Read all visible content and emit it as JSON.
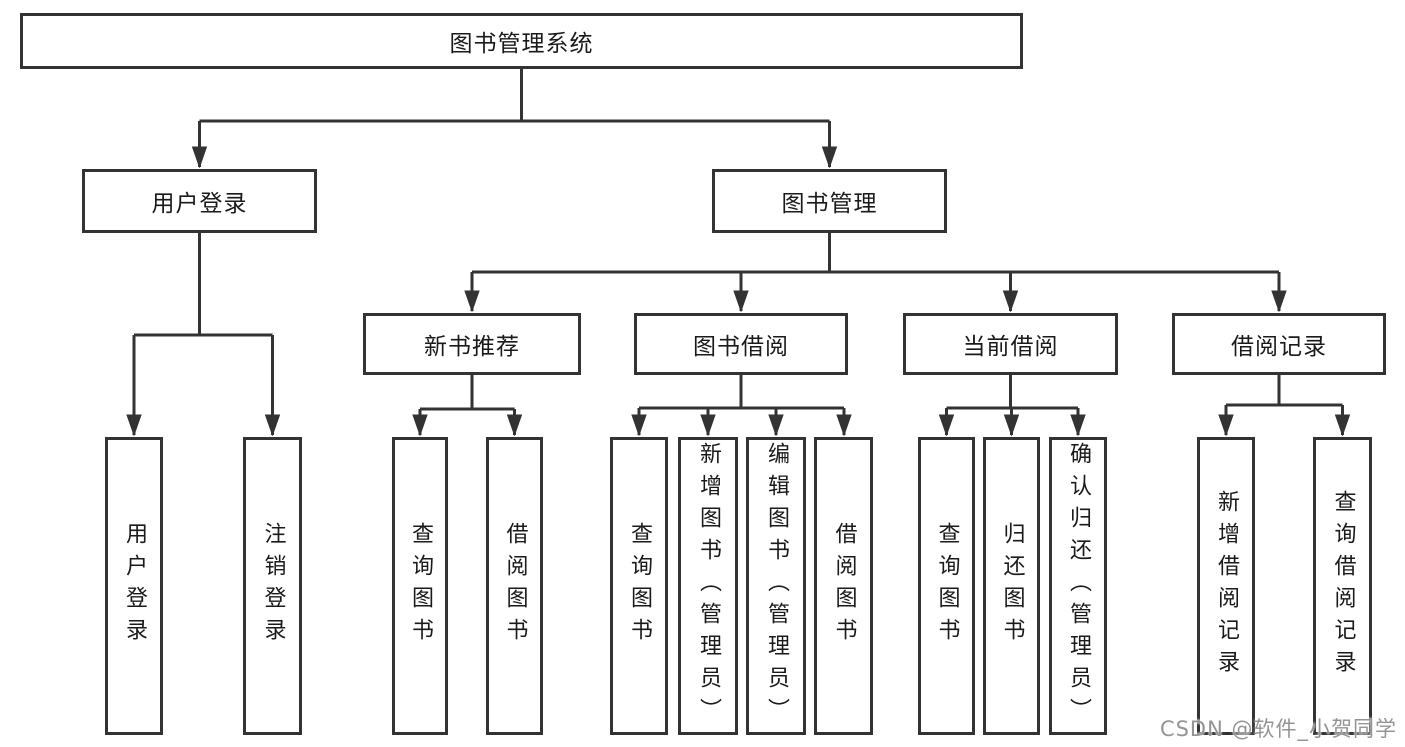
{
  "diagram": {
    "root": {
      "label": "图书管理系统"
    },
    "level2": [
      {
        "key": "user-login",
        "label": "用户登录"
      },
      {
        "key": "book-management",
        "label": "图书管理"
      }
    ],
    "level3": [
      {
        "key": "new-book-recommend",
        "label": "新书推荐"
      },
      {
        "key": "book-borrow",
        "label": "图书借阅"
      },
      {
        "key": "current-borrow",
        "label": "当前借阅"
      },
      {
        "key": "borrow-records",
        "label": "借阅记录"
      }
    ],
    "user_login_children": [
      {
        "label": "用户登录"
      },
      {
        "label": "注销登录"
      }
    ],
    "new_book_children": [
      {
        "label": "查询图书"
      },
      {
        "label": "借阅图书"
      }
    ],
    "book_borrow_children": [
      {
        "label": "查询图书"
      },
      {
        "label": "新增图书（管理员）"
      },
      {
        "label": "编辑图书（管理员）"
      },
      {
        "label": "借阅图书"
      }
    ],
    "current_borrow_children": [
      {
        "label": "查询图书"
      },
      {
        "label": "归还图书"
      },
      {
        "label": "确认归还（管理员）"
      }
    ],
    "borrow_records_children": [
      {
        "label": "新增借阅记录"
      },
      {
        "label": "查询借阅记录"
      }
    ]
  },
  "watermark": {
    "text": "CSDN @软件_小贺同学"
  },
  "colors": {
    "line": "#333333",
    "text": "#1a1a1a",
    "background": "#ffffff",
    "watermark": "#949494"
  }
}
